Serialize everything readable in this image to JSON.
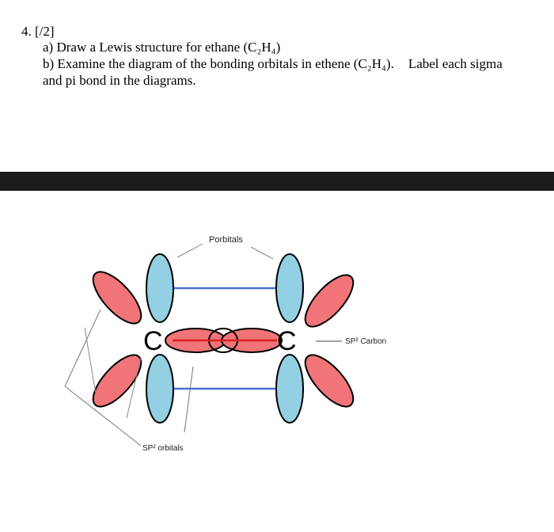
{
  "question": {
    "number": "4.",
    "marks": "[/2]",
    "part_a": "a) Draw a Lewis structure for ethane (C₂H₄)",
    "part_b_1": "b) Examine the diagram of the bonding orbitals in ethene (C₂H₄).",
    "part_b_2": "Label each sigma",
    "part_b_3": "and pi bond in the diagrams."
  },
  "diagram": {
    "label_p_orbitals": "Porbitals",
    "label_sp2_carbon": "SP² Carbon",
    "label_sp2_orbitals": "SP² orbitals",
    "atom_left": "C",
    "atom_right": "C",
    "colors": {
      "sp2_lobe": "#f07478",
      "p_lobe": "#93d0e4",
      "pi_line": "#4a6fd0",
      "sigma_line": "#d62020",
      "dark_bar": "#1c1c1e"
    }
  }
}
